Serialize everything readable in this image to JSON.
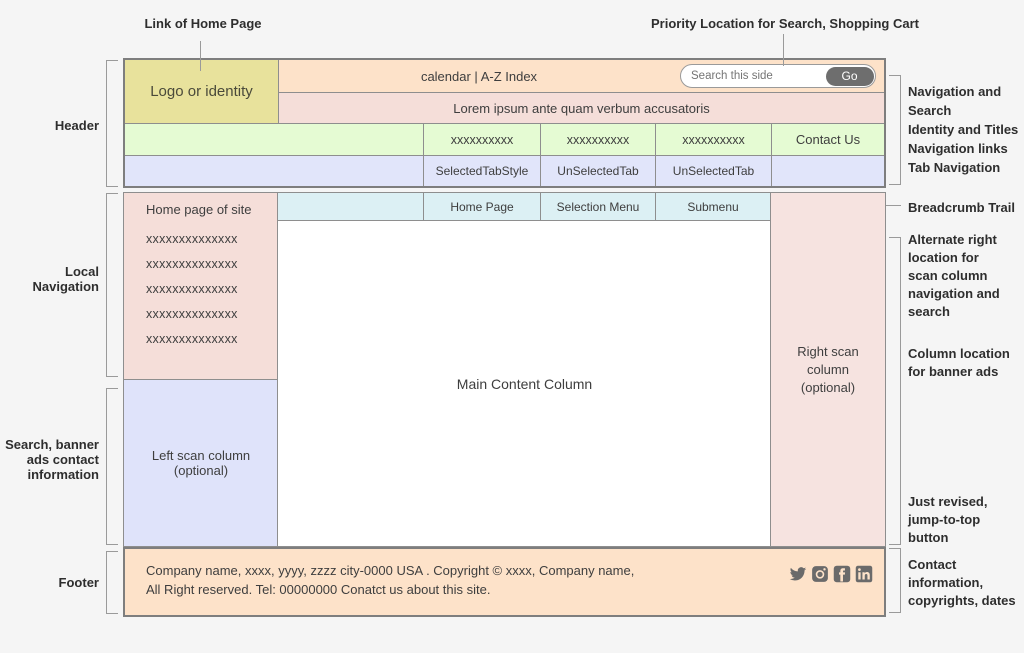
{
  "annotations": {
    "link_home": "Link of Home Page",
    "priority": "Priority Location for Search, Shopping Cart",
    "header": "Header",
    "local_nav": "Local\nNavigation",
    "search_banner": "Search, banner\nads contact\ninformation",
    "footer": "Footer",
    "nav_search": "Navigation and\nSearch\nIdentity and Titles\nNavigation links\nTab Navigation",
    "breadcrumb_trail": "Breadcrumb Trail",
    "alternate_right": "Alternate right\nlocation for\nscan column\nnavigation and\nsearch",
    "banner_ads": "Column location\nfor banner ads",
    "jump_top": "Just revised,\njump-to-top\nbutton",
    "contact_info": "Contact\ninformation,\ncopyrights, dates"
  },
  "header": {
    "logo": "Logo or identity",
    "utility_links": "calendar | A-Z Index",
    "search": {
      "placeholder": "Search this side",
      "go_label": "Go"
    },
    "tagline": "Lorem ipsum ante quam verbum accusatoris",
    "nav_cells": [
      "",
      "xxxxxxxxxx",
      "xxxxxxxxxx",
      "xxxxxxxxxx",
      "Contact Us"
    ],
    "tab_cells": [
      "",
      "SelectedTabStyle",
      "UnSelectedTab",
      "UnSelectedTab",
      ""
    ]
  },
  "body": {
    "breadcrumb_cells": [
      "",
      "Home Page",
      "Selection Menu",
      "Submenu"
    ],
    "local_nav": {
      "title": "Home page of site",
      "items": [
        "xxxxxxxxxxxxxx",
        "xxxxxxxxxxxxxx",
        "xxxxxxxxxxxxxx",
        "xxxxxxxxxxxxxx",
        "xxxxxxxxxxxxxx"
      ]
    },
    "left_scan": "Left scan column\n(optional)",
    "main": "Main Content Column",
    "right_scan": "Right scan\ncolumn\n(optional)"
  },
  "footer": {
    "line1": "Company name, xxxx, yyyy, zzzz city-0000 USA . Copyright © xxxx, Company name,",
    "line2": "All Right reserved. Tel: 00000000 Conatct us about this site.",
    "social_icons": [
      "twitter-icon",
      "instagram-icon",
      "facebook-icon",
      "linkedin-icon"
    ]
  },
  "colors": {
    "background": "#f5f5f5",
    "logo_khaki": "#e8e29c",
    "peach": "#fde2c9",
    "pink": "#f5ded9",
    "green": "#e5fbd3",
    "lavender": "#e1e5fa",
    "cyan_breadcrumb": "#dcf0f4",
    "right_scan_pink": "#f6e3e0",
    "go_button": "#6e6e6e",
    "border_gray": "#8e8e8e",
    "icon_gray": "#6a6a6a"
  }
}
